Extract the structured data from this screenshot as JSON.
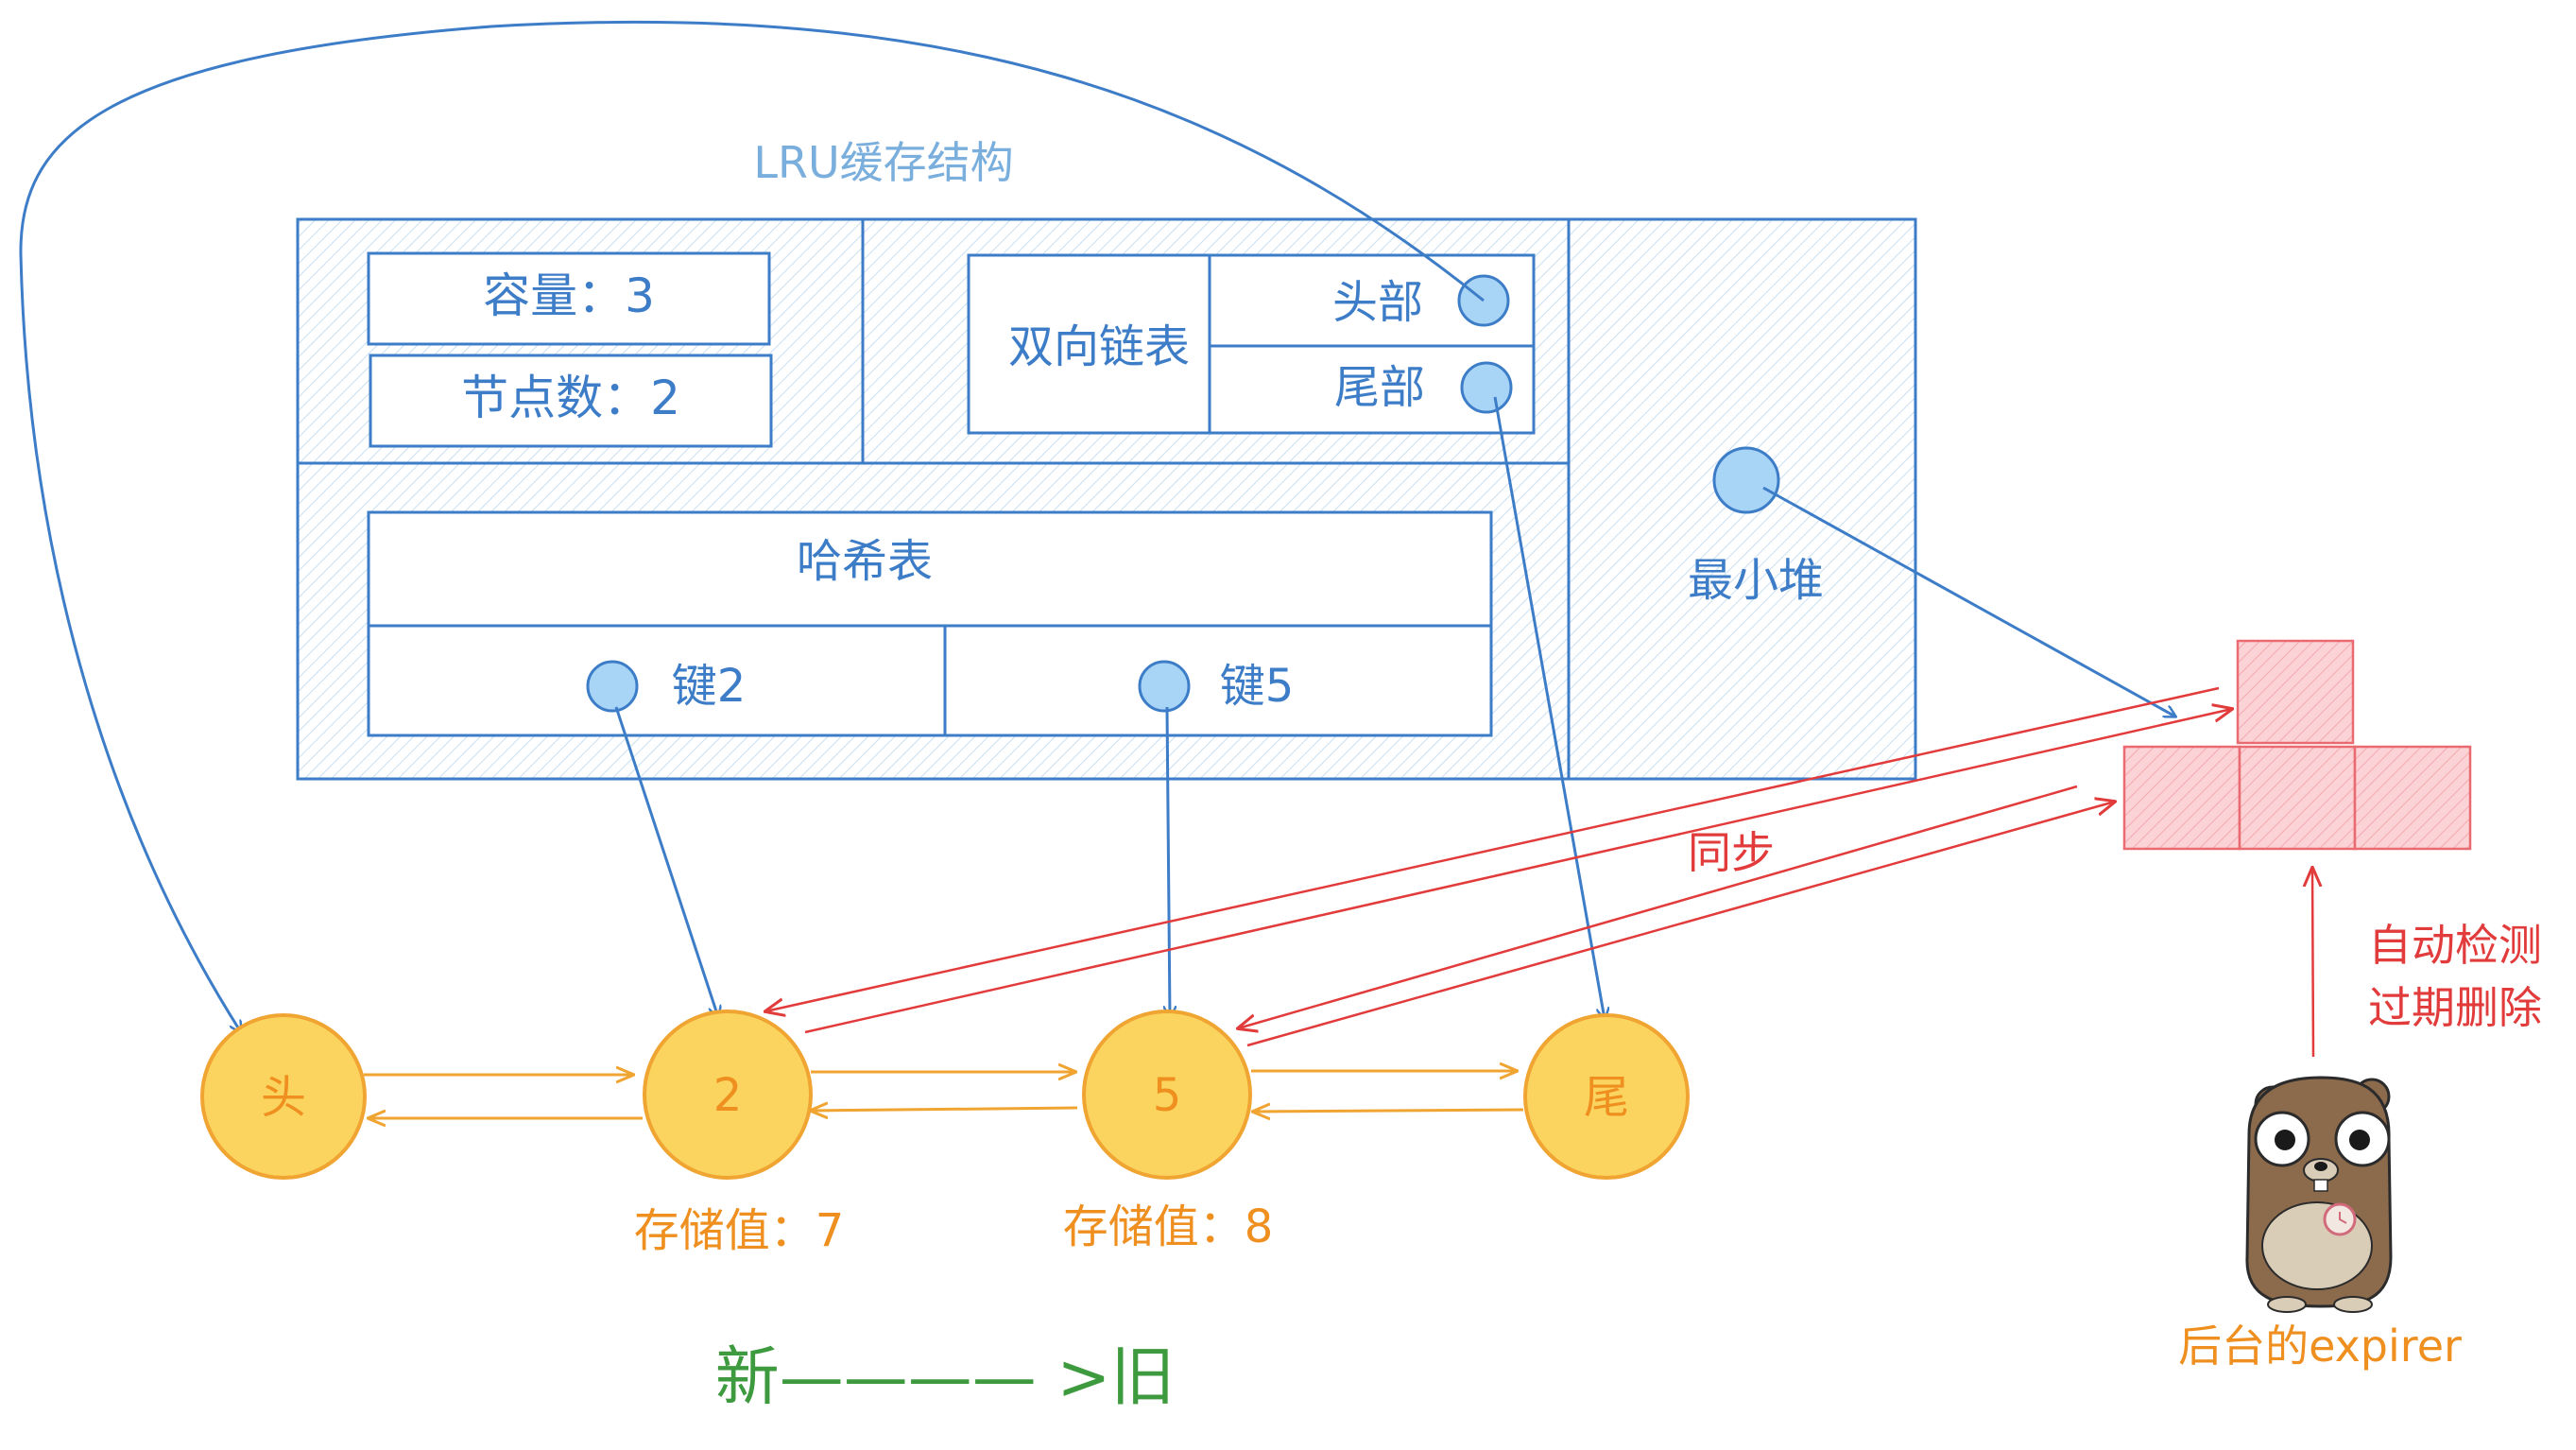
{
  "title": "LRU缓存结构",
  "capacity_label": "容量：3",
  "node_count_label": "节点数：2",
  "linked_list": {
    "label": "双向链表",
    "head": "头部",
    "tail": "尾部"
  },
  "hash_table": {
    "label": "哈希表",
    "keys": [
      "键2",
      "键5"
    ]
  },
  "min_heap_label": "最小堆",
  "nodes": {
    "head": "头",
    "n1": "2",
    "n2": "5",
    "tail": "尾",
    "n1_value": "存储值：7",
    "n2_value": "存储值：8"
  },
  "sync_label": "同步",
  "auto_check_line1": "自动检测",
  "auto_check_line2": "过期删除",
  "expirer_label": "后台的expirer",
  "order_label": "新———— >旧",
  "colors": {
    "blue": "#3d7dc8",
    "blue_fill": "#a8d4f5",
    "orange": "#f0a431",
    "orange_fill": "#fbd45f",
    "red": "#e23b3b",
    "red_fill": "#f9c3c6",
    "green": "#3e9a3e"
  }
}
